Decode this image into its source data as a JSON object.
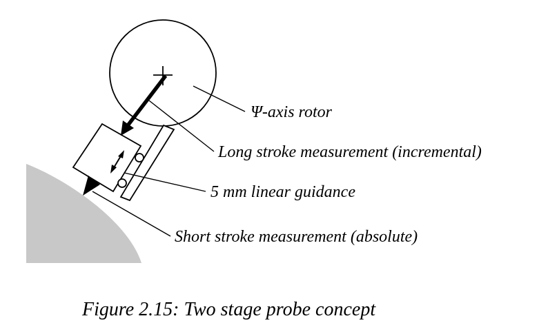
{
  "diagram": {
    "labels": {
      "rotor": "Ψ-axis rotor",
      "long_stroke": "Long stroke measurement (incremental)",
      "guidance": "5 mm linear guidance",
      "short_stroke": "Short stroke measurement (absolute)"
    },
    "caption": "Figure 2.15: Two stage probe concept",
    "colors": {
      "workpiece": "#c8c8c8",
      "stroke": "#000000",
      "background": "#ffffff"
    }
  }
}
